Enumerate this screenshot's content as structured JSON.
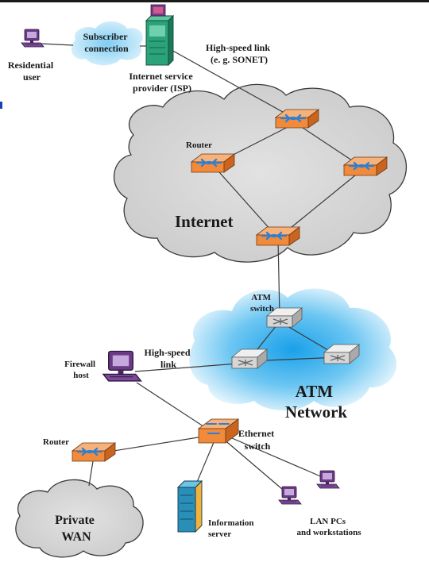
{
  "labels": {
    "residential_user": [
      "Residential",
      "user"
    ],
    "subscriber_connection": [
      "Subscriber",
      "connection"
    ],
    "isp": [
      "Internet service",
      "provider (ISP)"
    ],
    "high_speed_link_top": [
      "High-speed link",
      "(e. g. SONET)"
    ],
    "router_internet": "Router",
    "internet": "Internet",
    "atm_switch": [
      "ATM",
      "switch"
    ],
    "atm_network": [
      "ATM",
      "Network"
    ],
    "firewall_host": [
      "Firewall",
      "host"
    ],
    "high_speed_link_mid": [
      "High-speed",
      "link"
    ],
    "router_bottom": "Router",
    "ethernet_switch": [
      "Ethernet",
      "switch"
    ],
    "private_wan": [
      "Private",
      "WAN"
    ],
    "information_server": [
      "Information",
      "server"
    ],
    "lan_pcs": [
      "LAN PCs",
      "and workstations"
    ]
  },
  "colors": {
    "router_fill": "#f28a3c",
    "router_symbol": "#2b7fd6",
    "internet_cloud": "#d4d4d4",
    "atm_cloud_core": "#1fa0e8",
    "subscriber_cloud": "#9fd8f5",
    "switch_fill": "#d9d9d9",
    "computer_purple": "#6b3a86",
    "isp_tower": "#2aa37a"
  },
  "icons": [
    "computer-icon",
    "router-icon",
    "atm-switch-icon",
    "server-tower-icon",
    "ethernet-switch-icon"
  ]
}
